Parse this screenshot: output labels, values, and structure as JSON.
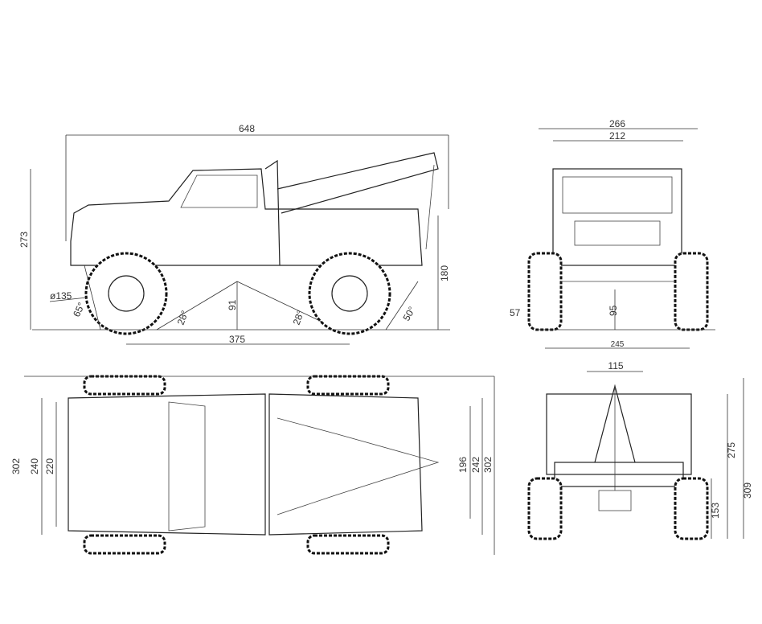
{
  "side_view": {
    "overall_length": "648",
    "overall_height": "273",
    "boom_height": "180",
    "tire_diameter": "ø135",
    "approach_angle": "65°",
    "breakover_angle_front": "28°",
    "ground_clearance": "91",
    "breakover_angle_rear": "28°",
    "wheelbase": "375",
    "departure_angle": "50°"
  },
  "front_view": {
    "overall_width": "266",
    "body_width": "212",
    "tire_width": "57",
    "axle_clearance": "95",
    "track_width": "245"
  },
  "top_view": {
    "overall_width": "302",
    "cab_width": "240",
    "cab_inner_width": "220",
    "bed_inner_width": "196",
    "bed_width": "242",
    "rear_width": "302"
  },
  "rear_view": {
    "boom_width": "115",
    "boom_height": "275",
    "overall_height": "309",
    "bumper_height": "153"
  }
}
